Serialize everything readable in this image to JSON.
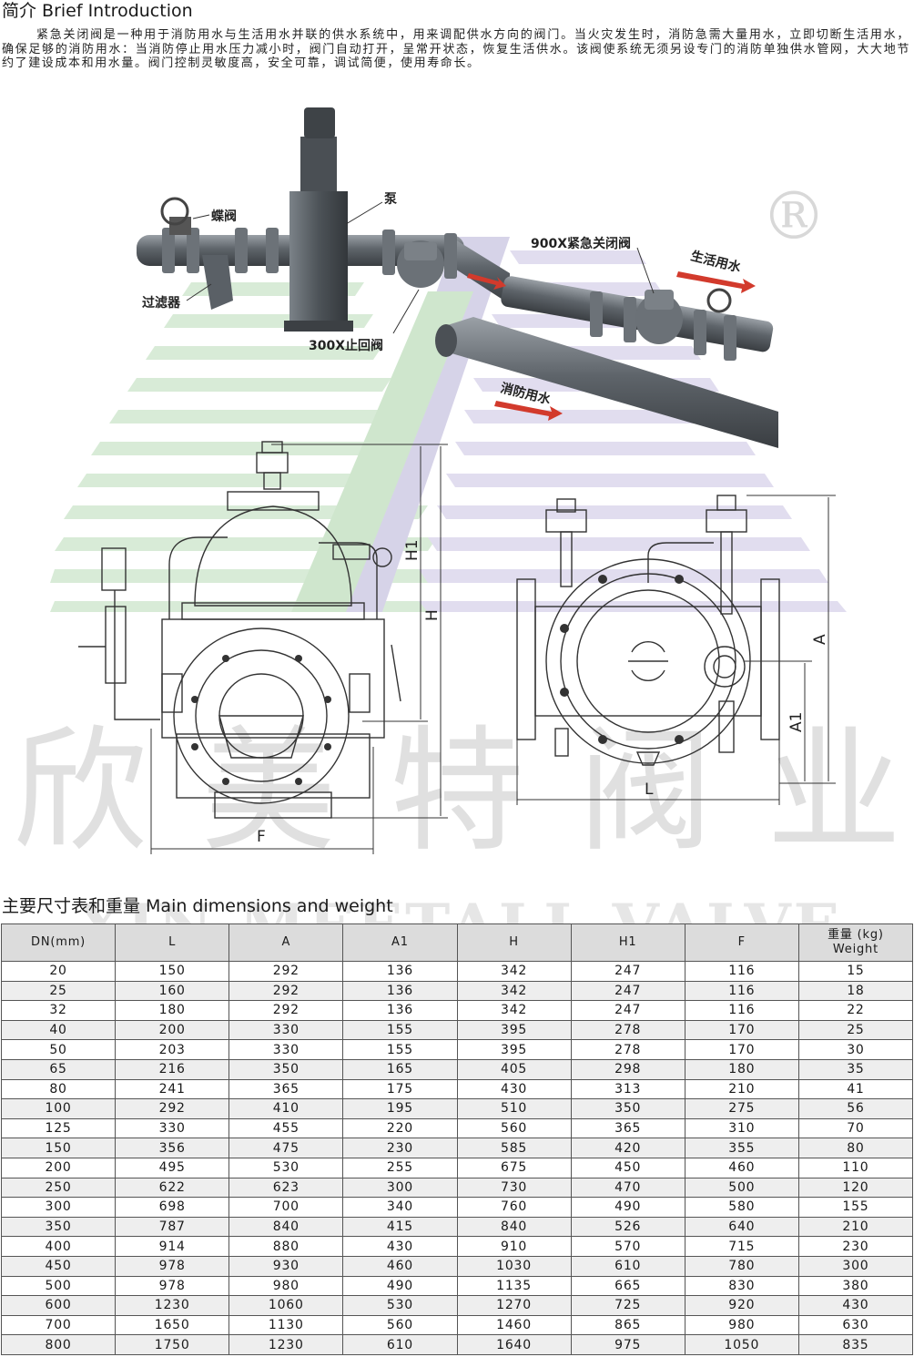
{
  "intro": {
    "title": "简介 Brief Introduction",
    "body": "紧急关闭阀是一种用于消防用水与生活用水并联的供水系统中，用来调配供水方向的阀门。当火灾发生时，消防急需大量用水，立即切断生活用水，确保足够的消防用水：当消防停止用水压力减小时，阀门自动打开，呈常开状态，恢复生活供水。该阀使系统无须另设专门的消防单独供水管网，大大地节约了建设成本和用水量。阀门控制灵敏度高，安全可靠，调试简便，使用寿命长。"
  },
  "installation": {
    "labels": {
      "butterfly_valve": "蝶阀",
      "pump": "泵",
      "filter": "过滤器",
      "check_valve": "300X止回阀",
      "emergency_valve": "900X紧急关闭阀",
      "domestic_water": "生活用水",
      "fire_water": "消防用水"
    }
  },
  "drawing": {
    "dims": {
      "h1": "H1",
      "h": "H",
      "f": "F",
      "a": "A",
      "a1": "A1",
      "l": "L"
    }
  },
  "watermark": {
    "cn": "欣 美 特 阀 业",
    "en": "XIN MEETALL VALVE",
    "registered": "®"
  },
  "table": {
    "title": "主要尺寸表和重量 Main dimensions and weight",
    "headers": [
      "DN(mm)",
      "L",
      "A",
      "A1",
      "H",
      "H1",
      "F"
    ],
    "weight_header_cn": "重量 (kg)",
    "weight_header_en": "Weight",
    "rows": [
      [
        "20",
        "150",
        "292",
        "136",
        "342",
        "247",
        "116",
        "15"
      ],
      [
        "25",
        "160",
        "292",
        "136",
        "342",
        "247",
        "116",
        "18"
      ],
      [
        "32",
        "180",
        "292",
        "136",
        "342",
        "247",
        "116",
        "22"
      ],
      [
        "40",
        "200",
        "330",
        "155",
        "395",
        "278",
        "170",
        "25"
      ],
      [
        "50",
        "203",
        "330",
        "155",
        "395",
        "278",
        "170",
        "30"
      ],
      [
        "65",
        "216",
        "350",
        "165",
        "405",
        "298",
        "180",
        "35"
      ],
      [
        "80",
        "241",
        "365",
        "175",
        "430",
        "313",
        "210",
        "41"
      ],
      [
        "100",
        "292",
        "410",
        "195",
        "510",
        "350",
        "275",
        "56"
      ],
      [
        "125",
        "330",
        "455",
        "220",
        "560",
        "365",
        "310",
        "70"
      ],
      [
        "150",
        "356",
        "475",
        "230",
        "585",
        "420",
        "355",
        "80"
      ],
      [
        "200",
        "495",
        "530",
        "255",
        "675",
        "450",
        "460",
        "110"
      ],
      [
        "250",
        "622",
        "623",
        "300",
        "730",
        "470",
        "500",
        "120"
      ],
      [
        "300",
        "698",
        "700",
        "340",
        "760",
        "490",
        "580",
        "155"
      ],
      [
        "350",
        "787",
        "840",
        "415",
        "840",
        "526",
        "640",
        "210"
      ],
      [
        "400",
        "914",
        "880",
        "430",
        "910",
        "570",
        "715",
        "230"
      ],
      [
        "450",
        "978",
        "930",
        "460",
        "1030",
        "610",
        "780",
        "300"
      ],
      [
        "500",
        "978",
        "980",
        "490",
        "1135",
        "665",
        "830",
        "380"
      ],
      [
        "600",
        "1230",
        "1060",
        "530",
        "1270",
        "725",
        "920",
        "430"
      ],
      [
        "700",
        "1650",
        "1130",
        "560",
        "1460",
        "865",
        "980",
        "630"
      ],
      [
        "800",
        "1750",
        "1230",
        "610",
        "1640",
        "975",
        "1050",
        "835"
      ]
    ]
  }
}
